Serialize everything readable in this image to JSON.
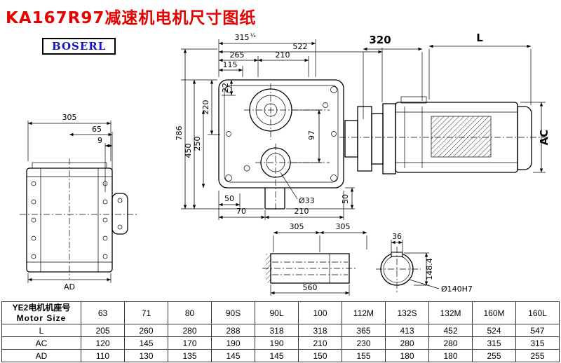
{
  "page": {
    "title": "KA167R97减速机电机尺寸图纸",
    "brand": "BOSERL"
  },
  "colors": {
    "title_red": "#e60000",
    "brand_blue": "#1414cc",
    "line_black": "#000000"
  },
  "dims": {
    "left_305": "305",
    "left_65": "65",
    "left_9": "9",
    "left_AD": "AD",
    "front_315": "315",
    "front_315_tol": "¼",
    "front_522": "522",
    "front_265": "265",
    "front_210": "210",
    "front_115": "115",
    "front_22": "22",
    "front_220": "220",
    "front_250": "250",
    "front_450": "450",
    "front_786": "786",
    "front_97": "97",
    "front_50_left": "50",
    "front_70": "70",
    "front_210_bottom": "210",
    "front_d33": "Ø33",
    "front_50_right": "50",
    "motor_320": "320",
    "motor_L": "L",
    "motor_AC": "AC",
    "shaft_305_a": "305",
    "shaft_305_b": "305",
    "shaft_560": "560",
    "key_36": "36",
    "key_148": "148.4",
    "key_d140": "Ø140H7"
  },
  "table": {
    "header_cn": "YE2电机机座号",
    "header_en": "Motor Size",
    "sizes": [
      "63",
      "71",
      "80",
      "90S",
      "90L",
      "100",
      "112M",
      "132S",
      "132M",
      "160M",
      "160L"
    ],
    "rows": [
      {
        "label": "L",
        "values": [
          "205",
          "260",
          "280",
          "288",
          "318",
          "318",
          "365",
          "413",
          "452",
          "524",
          "547"
        ]
      },
      {
        "label": "AC",
        "values": [
          "120",
          "145",
          "170",
          "190",
          "190",
          "210",
          "230",
          "280",
          "280",
          "315",
          "315"
        ]
      },
      {
        "label": "AD",
        "values": [
          "110",
          "130",
          "135",
          "145",
          "145",
          "150",
          "155",
          "180",
          "180",
          "255",
          "255"
        ]
      }
    ]
  }
}
